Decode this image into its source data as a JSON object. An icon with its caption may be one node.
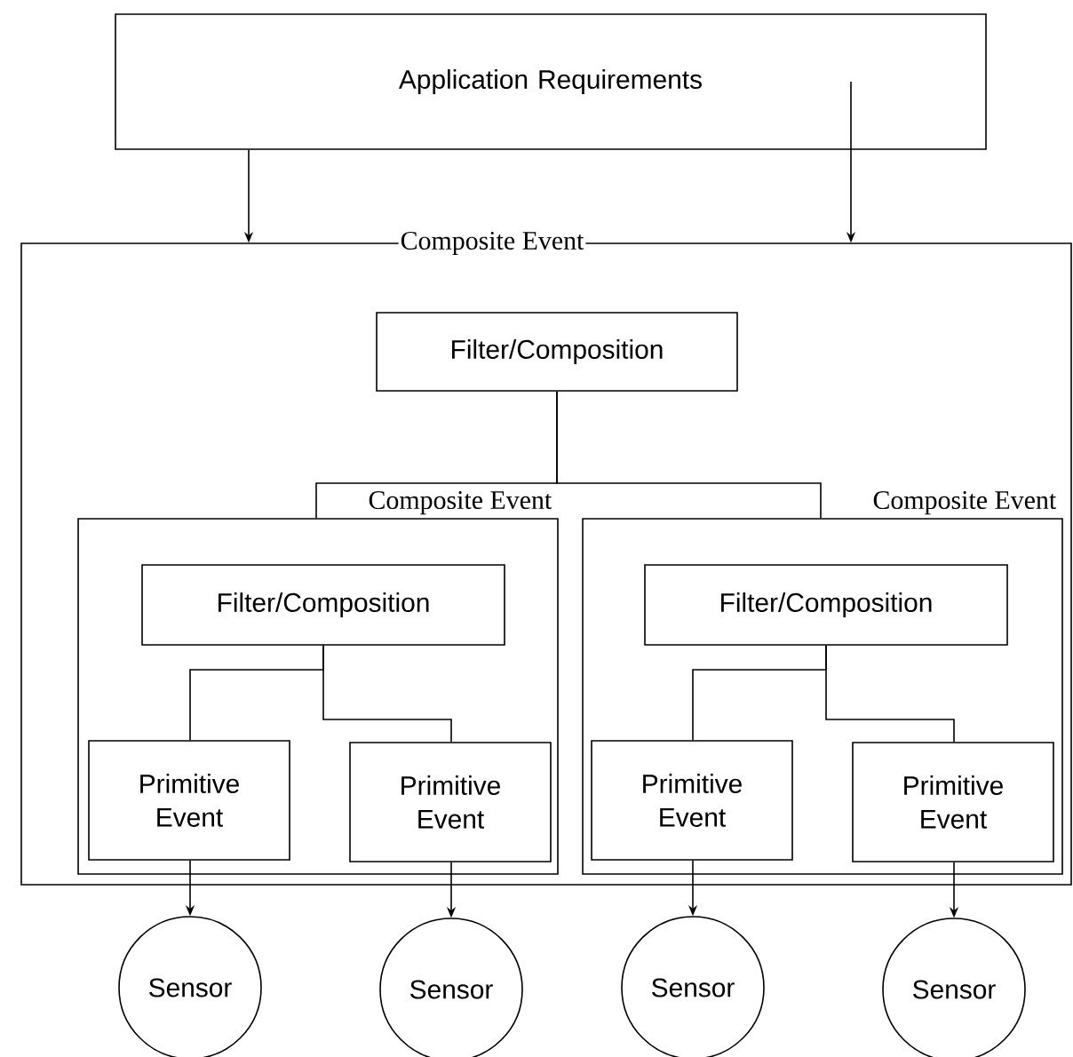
{
  "diagram": {
    "nodes": [
      {
        "text": [
          "Application Requirements"
        ]
      },
      {
        "text": [
          "Composite Event"
        ]
      },
      {
        "text": [
          "Filter/Composition"
        ],
        "in": 1
      },
      {
        "text": [
          "Composite Event"
        ],
        "in": 1
      },
      {
        "text": [
          "Filter/Composition"
        ],
        "in": 3
      },
      {
        "text": [
          "Primitive Event"
        ],
        "in": 3
      },
      {
        "text": [
          "Primitive Event"
        ],
        "in": 3
      },
      {
        "text": [
          "Composite Event"
        ],
        "in": 1
      },
      {
        "text": [
          "Filter/Composition"
        ],
        "in": 7
      },
      {
        "text": [
          "Primitive Event"
        ],
        "in": 7
      },
      {
        "text": [
          "Primitive Event"
        ],
        "in": 7
      },
      {
        "text": [
          "Sensor"
        ]
      },
      {
        "text": [
          "Sensor"
        ]
      },
      {
        "text": [
          "Sensor"
        ]
      },
      {
        "text": [
          "Sensor"
        ]
      }
    ],
    "edges": [
      {
        "from": 0,
        "to": 1,
        "arrow": "to"
      },
      {
        "from": 0,
        "to": 1,
        "arrow": "to"
      },
      {
        "from": 2,
        "to": 3,
        "arrow": "none"
      },
      {
        "from": 2,
        "to": 7,
        "arrow": "none"
      },
      {
        "from": 4,
        "to": 5,
        "arrow": "none"
      },
      {
        "from": 4,
        "to": 6,
        "arrow": "none"
      },
      {
        "from": 8,
        "to": 9,
        "arrow": "none"
      },
      {
        "from": 8,
        "to": 10,
        "arrow": "none"
      },
      {
        "from": 5,
        "to": 11,
        "arrow": "to"
      },
      {
        "from": 6,
        "to": 12,
        "arrow": "to"
      },
      {
        "from": 9,
        "to": 13,
        "arrow": "to"
      },
      {
        "from": 10,
        "to": 14,
        "arrow": "to"
      }
    ]
  }
}
